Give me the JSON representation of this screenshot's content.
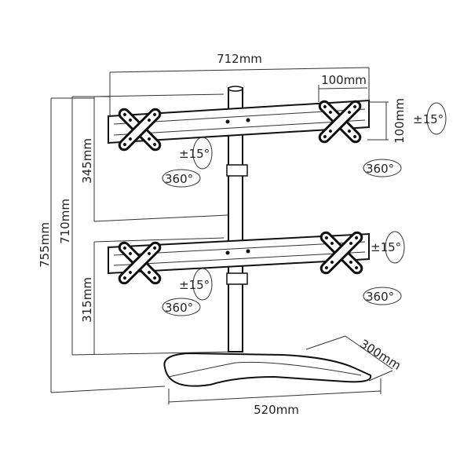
{
  "dimensions": {
    "total_width": "712mm",
    "vesa_horizontal": "100mm",
    "vesa_vertical": "100mm",
    "upper_spacing": "345mm",
    "upper_height": "710mm",
    "total_height": "755mm",
    "lower_height": "315mm",
    "base_depth": "300mm",
    "base_width": "520mm"
  },
  "angles": {
    "tilt_top_right": "±15°",
    "tilt_top_left": "±15°",
    "tilt_bottom_right": "±15°",
    "tilt_bottom_left": "±15°",
    "rotate_top_left": "360°",
    "rotate_top_right": "360°",
    "rotate_bottom_left": "360°",
    "rotate_bottom_right": "360°"
  }
}
